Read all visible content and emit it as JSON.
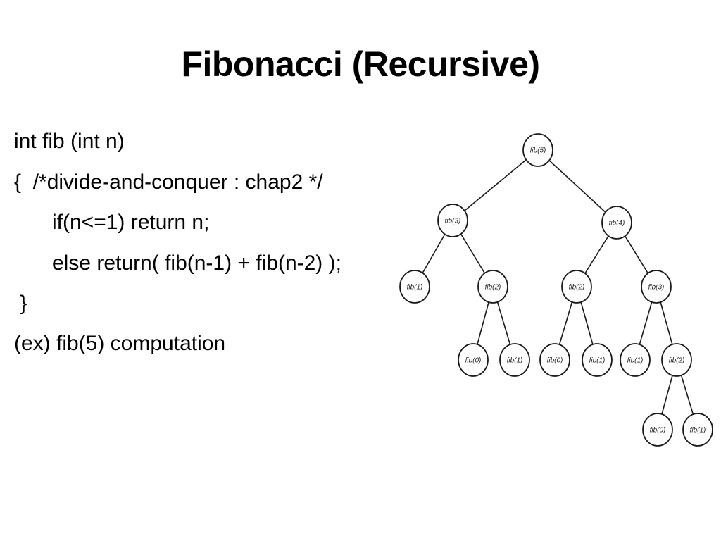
{
  "slide": {
    "title": "Fibonacci (Recursive)"
  },
  "code": {
    "lines": [
      "int fib (int n)",
      "{  /*divide-and-conquer : chap2 */",
      "if(n<=1) return n;",
      "else return( fib(n-1) + fib(n-2) );",
      " }",
      "(ex) fib(5) computation"
    ]
  },
  "tree": {
    "nodes": [
      {
        "id": "n5",
        "label": "fib(5)"
      },
      {
        "id": "n4",
        "label": "fib(4)"
      },
      {
        "id": "n3",
        "label": "fib(3)"
      },
      {
        "id": "n3a1",
        "label": "fib(1)"
      },
      {
        "id": "n3a2",
        "label": "fib(2)"
      },
      {
        "id": "n4a2",
        "label": "fib(2)"
      },
      {
        "id": "n4a3",
        "label": "fib(3)"
      },
      {
        "id": "l1",
        "label": "fib(0)"
      },
      {
        "id": "l2",
        "label": "fib(1)"
      },
      {
        "id": "l3",
        "label": "fib(0)"
      },
      {
        "id": "l4",
        "label": "fib(1)"
      },
      {
        "id": "l5",
        "label": "fib(1)"
      },
      {
        "id": "l6",
        "label": "fib(2)"
      },
      {
        "id": "l7",
        "label": "fib(0)"
      },
      {
        "id": "l8",
        "label": "fib(1)"
      }
    ],
    "edges": [
      [
        "n5",
        "n3"
      ],
      [
        "n5",
        "n4"
      ],
      [
        "n3",
        "n3a1"
      ],
      [
        "n3",
        "n3a2"
      ],
      [
        "n4",
        "n4a2"
      ],
      [
        "n4",
        "n4a3"
      ],
      [
        "n3a2",
        "l1"
      ],
      [
        "n3a2",
        "l2"
      ],
      [
        "n4a2",
        "l3"
      ],
      [
        "n4a2",
        "l4"
      ],
      [
        "n4a3",
        "l5"
      ],
      [
        "n4a3",
        "l6"
      ],
      [
        "l6",
        "l7"
      ],
      [
        "l6",
        "l8"
      ]
    ]
  }
}
